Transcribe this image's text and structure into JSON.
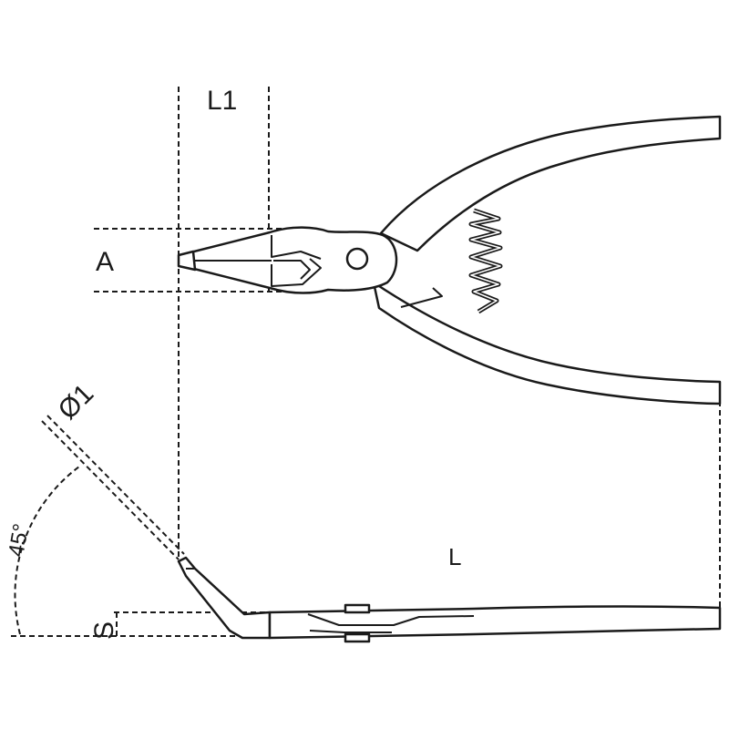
{
  "diagram": {
    "labels": {
      "L1": "L1",
      "A": "A",
      "diameter": "Ø1",
      "angle": "45°",
      "S": "S",
      "L": "L"
    }
  }
}
